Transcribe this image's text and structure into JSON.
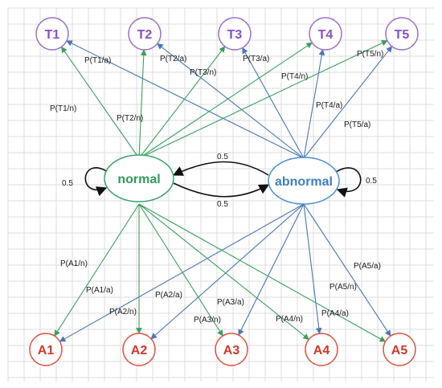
{
  "top_nodes": [
    "T1",
    "T2",
    "T3",
    "T4",
    "T5"
  ],
  "bottom_nodes": [
    "A1",
    "A2",
    "A3",
    "A4",
    "A5"
  ],
  "states": {
    "normal": "normal",
    "abnormal": "abnormal"
  },
  "colors": {
    "top_node": "#9b6fd0",
    "bottom_node": "#e0513f",
    "normal": "#3aa36a",
    "abnormal": "#4a8fd0",
    "green_edge": "#39a05e",
    "blue_edge": "#4a76b8"
  },
  "transitions": {
    "normal_self": "0.5",
    "abnormal_self": "0.5",
    "normal_to_abnormal": "0.5",
    "abnormal_to_normal": "0.5"
  },
  "emission_labels": {
    "T1_n": "P(T1/n)",
    "T1_a": "P(T1/a)",
    "T2_n": "P(T2/n)",
    "T2_a": "P(T2/a)",
    "T3_n": "P(T3/n)",
    "T3_a": "P(T3/a)",
    "T4_n": "P(T4/n)",
    "T4_a": "P(T4/a)",
    "T5_n": "P(T5/n)",
    "T5_a": "P(T5/a)",
    "A1_n": "P(A1/n)",
    "A1_a": "P(A1/a)",
    "A2_n": "P(A2/n)",
    "A2_a": "P(A2/a)",
    "A3_n": "P(A3/n)",
    "A3_a": "P(A3/a)",
    "A4_n": "P(A4/n)",
    "A4_a": "P(A4/a)",
    "A5_n": "P(A5/n)",
    "A5_a": "P(A5/a)"
  }
}
